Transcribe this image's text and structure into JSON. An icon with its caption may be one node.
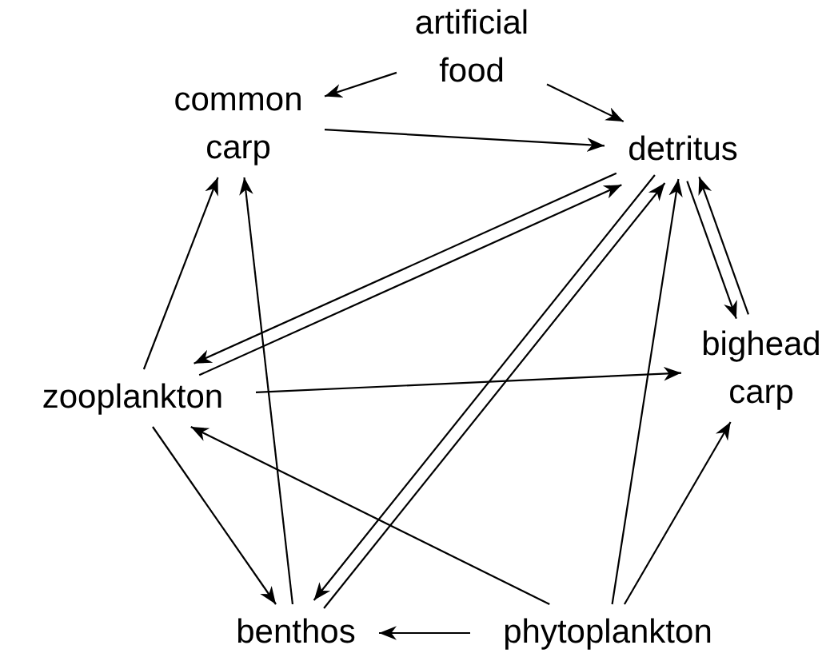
{
  "diagram": {
    "nodes": [
      {
        "text": [
          "artificial food"
        ]
      },
      {
        "text": [
          "common carp"
        ]
      },
      {
        "text": [
          "detritus"
        ]
      },
      {
        "text": [
          "zooplankton"
        ]
      },
      {
        "text": [
          "bighead carp"
        ]
      },
      {
        "text": [
          "benthos"
        ]
      },
      {
        "text": [
          "phytoplankton"
        ]
      }
    ],
    "edges": [
      {
        "from": 0,
        "to": 1,
        "arrow": "to"
      },
      {
        "from": 0,
        "to": 2,
        "arrow": "to"
      },
      {
        "from": 1,
        "to": 2,
        "arrow": "to"
      },
      {
        "from": 3,
        "to": 1,
        "arrow": "to"
      },
      {
        "from": 5,
        "to": 1,
        "arrow": "to"
      },
      {
        "from": 3,
        "to": 2,
        "arrow": "to"
      },
      {
        "from": 2,
        "to": 3,
        "arrow": "to"
      },
      {
        "from": 5,
        "to": 2,
        "arrow": "to"
      },
      {
        "from": 2,
        "to": 5,
        "arrow": "to"
      },
      {
        "from": 6,
        "to": 2,
        "arrow": "to"
      },
      {
        "from": 4,
        "to": 2,
        "arrow": "to"
      },
      {
        "from": 2,
        "to": 4,
        "arrow": "to"
      },
      {
        "from": 3,
        "to": 4,
        "arrow": "to"
      },
      {
        "from": 6,
        "to": 4,
        "arrow": "to"
      },
      {
        "from": 6,
        "to": 3,
        "arrow": "to"
      },
      {
        "from": 3,
        "to": 5,
        "arrow": "to"
      },
      {
        "from": 6,
        "to": 5,
        "arrow": "to"
      }
    ]
  }
}
